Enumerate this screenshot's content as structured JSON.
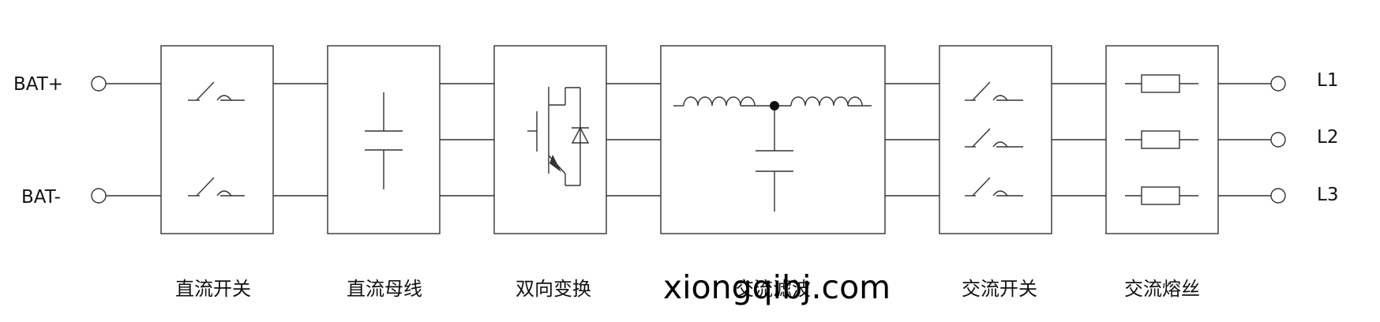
{
  "terminals": {
    "left": [
      "BAT+",
      "BAT-"
    ],
    "right": [
      "L1",
      "L2",
      "L3"
    ]
  },
  "blocks": [
    {
      "label": "直流开关",
      "symbol": "dc-switch-symbol"
    },
    {
      "label": "直流母线",
      "symbol": "capacitor-symbol"
    },
    {
      "label": "双向变换",
      "symbol": "igbt-diode-symbol"
    },
    {
      "label": "交流滤波",
      "symbol": "lc-filter-symbol"
    },
    {
      "label": "交流开关",
      "symbol": "ac-switch-symbol"
    },
    {
      "label": "交流熔丝",
      "symbol": "fuse-symbol"
    }
  ],
  "watermark": "xiongqibj.com",
  "colors": {
    "line": "#333333",
    "text": "#111111",
    "background": "#ffffff"
  }
}
